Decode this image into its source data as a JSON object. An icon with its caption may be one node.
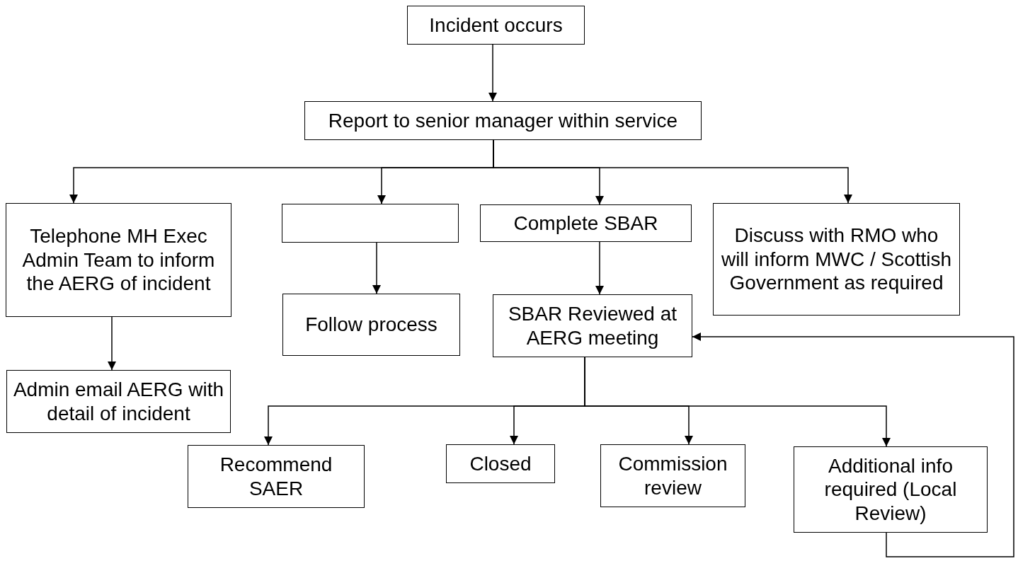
{
  "diagram": {
    "nodes": [
      {
        "text": [
          "Incident occurs"
        ]
      },
      {
        "text": [
          "Report to senior manager within service"
        ]
      },
      {
        "text": [
          "Telephone MH Exec Admin Team to inform the AERG of incident"
        ]
      },
      {
        "text": [],
        "shape": "box"
      },
      {
        "text": [
          "Complete SBAR"
        ]
      },
      {
        "text": [
          "Discuss with RMO who will inform MWC / Scottish Government as required"
        ]
      },
      {
        "text": [
          "Follow process"
        ]
      },
      {
        "text": [
          "SBAR Reviewed at AERG meeting"
        ]
      },
      {
        "text": [
          "Admin email AERG with detail of incident"
        ]
      },
      {
        "text": [
          "Recommend SAER"
        ]
      },
      {
        "text": [
          "Closed"
        ]
      },
      {
        "text": [
          "Commission review"
        ]
      },
      {
        "text": [
          "Additional info required (Local Review)"
        ]
      }
    ],
    "edges": [
      {
        "from": 0,
        "to": 1,
        "arrow": "to"
      },
      {
        "from": 1,
        "to": 2,
        "arrow": "to"
      },
      {
        "from": 1,
        "to": 3,
        "arrow": "to"
      },
      {
        "from": 1,
        "to": 4,
        "arrow": "to"
      },
      {
        "from": 1,
        "to": 5,
        "arrow": "to"
      },
      {
        "from": 2,
        "to": 8,
        "arrow": "to"
      },
      {
        "from": 3,
        "to": 6,
        "arrow": "to"
      },
      {
        "from": 4,
        "to": 7,
        "arrow": "to"
      },
      {
        "from": 7,
        "to": 9,
        "arrow": "to"
      },
      {
        "from": 7,
        "to": 10,
        "arrow": "to"
      },
      {
        "from": 7,
        "to": 11,
        "arrow": "to"
      },
      {
        "from": 7,
        "to": 12,
        "arrow": "to"
      },
      {
        "from": 12,
        "to": 7,
        "arrow": "to"
      }
    ]
  }
}
